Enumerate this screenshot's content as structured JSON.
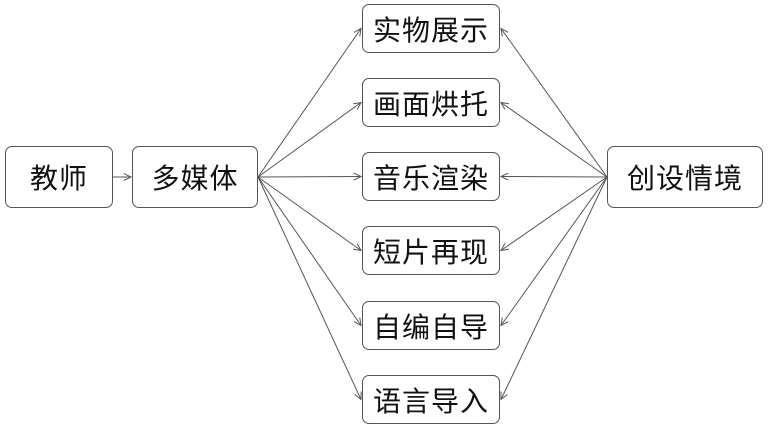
{
  "diagram": {
    "type": "flow",
    "nodes": {
      "teacher": "教师",
      "multimedia": "多媒体",
      "situation": "创设情境",
      "methods": [
        "实物展示",
        "画面烘托",
        "音乐渲染",
        "短片再现",
        "自编自导",
        "语言导入"
      ]
    },
    "edges": [
      {
        "from": "教师",
        "to": "多媒体"
      },
      {
        "from": "多媒体",
        "to": "实物展示"
      },
      {
        "from": "多媒体",
        "to": "画面烘托"
      },
      {
        "from": "多媒体",
        "to": "音乐渲染"
      },
      {
        "from": "多媒体",
        "to": "短片再现"
      },
      {
        "from": "多媒体",
        "to": "自编自导"
      },
      {
        "from": "多媒体",
        "to": "语言导入"
      },
      {
        "from": "创设情境",
        "to": "实物展示"
      },
      {
        "from": "创设情境",
        "to": "画面烘托"
      },
      {
        "from": "创设情境",
        "to": "音乐渲染"
      },
      {
        "from": "创设情境",
        "to": "短片再现"
      },
      {
        "from": "创设情境",
        "to": "自编自导"
      },
      {
        "from": "创设情境",
        "to": "语言导入"
      }
    ],
    "colors": {
      "line": "#555555",
      "text": "#111111",
      "background": "#ffffff"
    }
  }
}
